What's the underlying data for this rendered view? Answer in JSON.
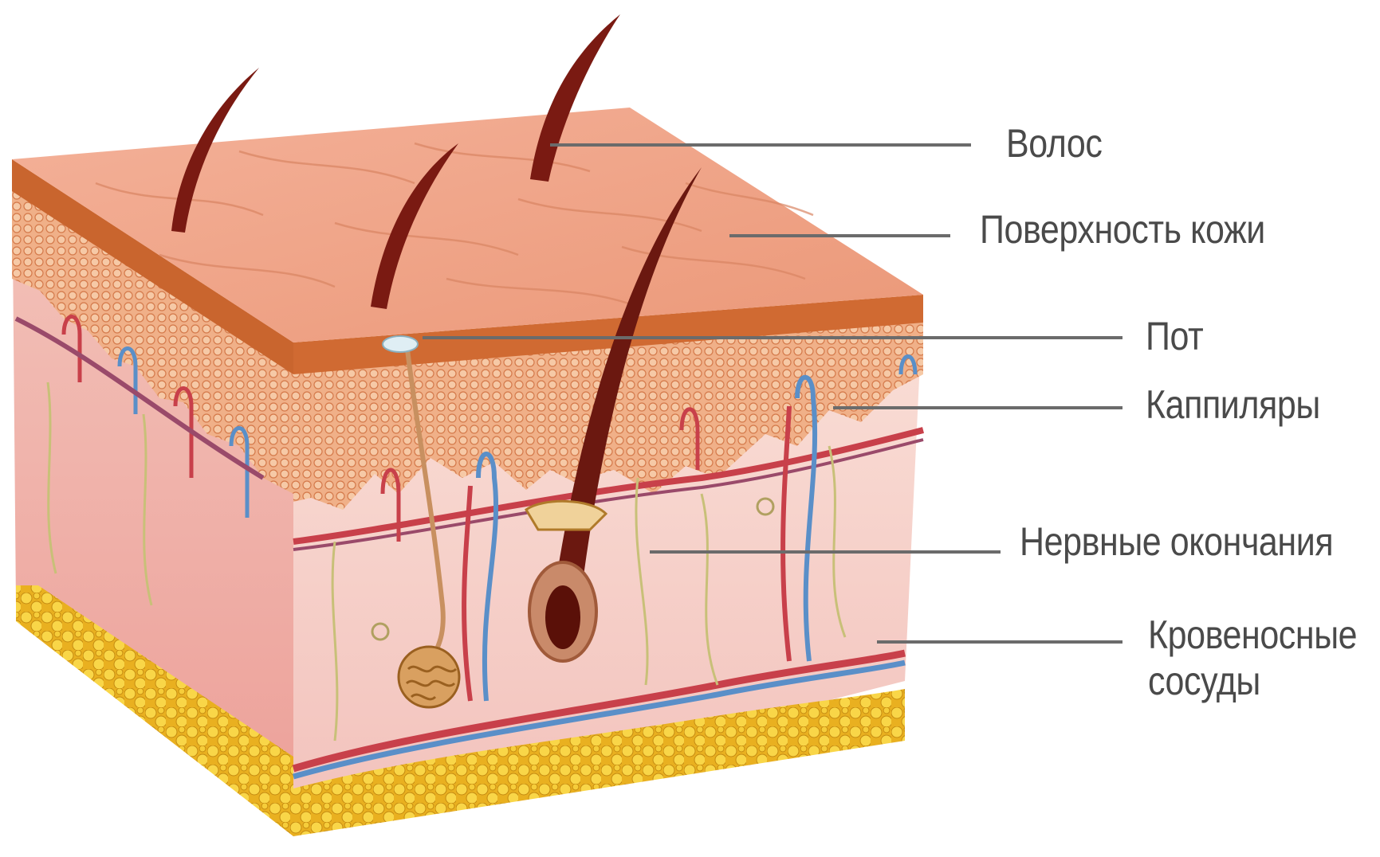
{
  "labels": {
    "hair": "Волос",
    "surface": "Поверхность кожи",
    "sweat": "Пот",
    "capillaries": "Каппиляры",
    "nerve_endings": "Нервные окончания",
    "vessels_line1": "Кровеносные",
    "vessels_line2": "сосуды"
  },
  "colors": {
    "skin_top": "#f0a387",
    "epidermis": "#e8935f",
    "dermis": "#f7d3cb",
    "fat": "#f2c62a",
    "hair": "#7a1a12",
    "leader_line": "#6b6b6b",
    "label_text": "#4a4a4a",
    "vein": "#5a8fc8",
    "artery": "#c8404a"
  }
}
